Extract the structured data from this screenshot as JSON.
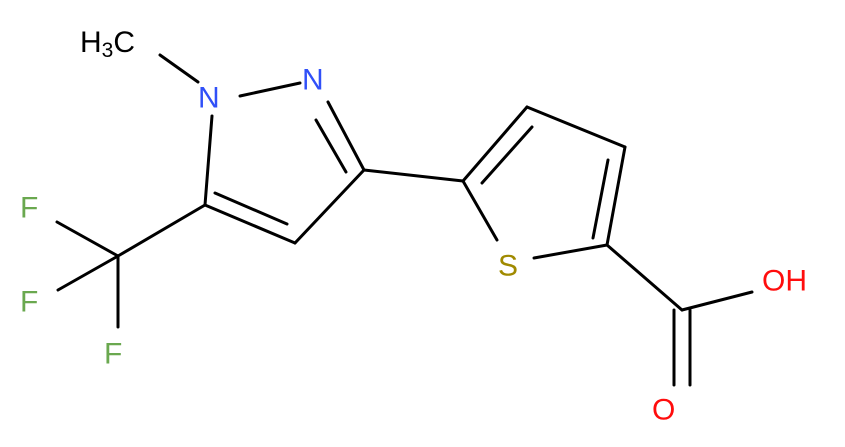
{
  "colors": {
    "bond": "#000000",
    "nitrogen": "#3050f8",
    "oxygen": "#ff0d0d",
    "sulfur": "#a08a00",
    "fluorine": "#6aa84f",
    "carbon_label": "#000000",
    "background": "#ffffff"
  },
  "atoms": {
    "methyl": {
      "main": "H",
      "sub": "3",
      "tail": "C"
    },
    "n1": "N",
    "n2": "N",
    "f1": "F",
    "f2": "F",
    "f3": "F",
    "s": "S",
    "oh": "OH",
    "o": "O"
  }
}
